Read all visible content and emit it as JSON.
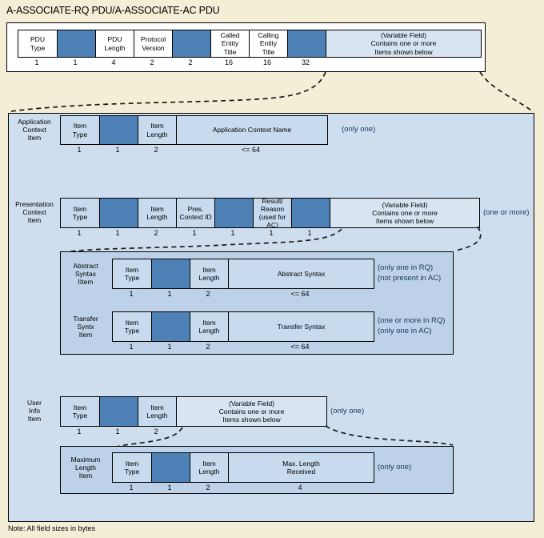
{
  "title": "A-ASSOCIATE-RQ PDU/A-ASSOCIATE-AC PDU",
  "note": "Note: All field sizes in bytes",
  "colors": {
    "page_bg": "#f5eed6",
    "container": "#cfdeef",
    "nested": "#bdd2e8",
    "field": "#c7daee",
    "variable": "#d8e4f2",
    "filler": "#4e81b6",
    "white_field": "#ffffff",
    "annotation": "#17375e"
  },
  "pdu_row": {
    "fields": [
      {
        "label": "PDU\nType",
        "size": "1"
      },
      {
        "label": "",
        "size": "1"
      },
      {
        "label": "PDU\nLength",
        "size": "4"
      },
      {
        "label": "Protocol\nVersion",
        "size": "2"
      },
      {
        "label": "",
        "size": "2"
      },
      {
        "label": "Called\nEntity\nTitle",
        "size": "16"
      },
      {
        "label": "Calling\nEntity\nTitle",
        "size": "16"
      },
      {
        "label": "",
        "size": "32"
      },
      {
        "label": "(Variable Field)\nContains one or more\nItems shown below",
        "size": ""
      }
    ]
  },
  "sections": {
    "application_context": {
      "label": "Application\nContext\nItem",
      "annotation": "(only one)",
      "fields": [
        {
          "label": "Item\nType",
          "size": "1"
        },
        {
          "label": "",
          "size": "1"
        },
        {
          "label": "Item\nLength",
          "size": "2"
        },
        {
          "label": "Application Context Name",
          "size": "<= 64"
        }
      ]
    },
    "presentation_context": {
      "label": "Presentation\nContext\nItem",
      "annotation": "(one or more)",
      "fields": [
        {
          "label": "Item\nType",
          "size": "1"
        },
        {
          "label": "",
          "size": "1"
        },
        {
          "label": "Item\nLength",
          "size": "2"
        },
        {
          "label": "Pres.\nContext ID",
          "size": "1"
        },
        {
          "label": "",
          "size": "1"
        },
        {
          "label": "Result/\nReason\n(used for AC)",
          "size": "1"
        },
        {
          "label": "",
          "size": "1"
        },
        {
          "label": "(Variable Field)\nContains one or more\nItems shown below",
          "size": ""
        }
      ]
    },
    "abstract_syntax": {
      "label": "Abstract\nSyntax\nIItem",
      "annotation": "(only one in RQ)\n(not present in AC)",
      "fields": [
        {
          "label": "Item\nType",
          "size": "1"
        },
        {
          "label": "",
          "size": "1"
        },
        {
          "label": "Item\nLength",
          "size": "2"
        },
        {
          "label": "Abstract Syntax",
          "size": "<= 64"
        }
      ]
    },
    "transfer_syntax": {
      "label": "Transfer\nSyntx\nItem",
      "annotation": "(one or more in RQ)\n(only one in AC)",
      "fields": [
        {
          "label": "Item\nType",
          "size": "1"
        },
        {
          "label": "",
          "size": "1"
        },
        {
          "label": "Item\nLength",
          "size": "2"
        },
        {
          "label": "Transfer Syntax",
          "size": "<= 64"
        }
      ]
    },
    "user_info": {
      "label": "User\nInfo\nItem",
      "annotation": "(only one)",
      "fields": [
        {
          "label": "Item\nType",
          "size": "1"
        },
        {
          "label": "",
          "size": "1"
        },
        {
          "label": "Item\nLength",
          "size": "2"
        },
        {
          "label": "(Variable Field)\nContains one or more\nItems shown below",
          "size": ""
        }
      ]
    },
    "maximum_length": {
      "label": "Maximum\nLength\nItem",
      "annotation": "(only one)",
      "fields": [
        {
          "label": "Item\nType",
          "size": "1"
        },
        {
          "label": "",
          "size": "1"
        },
        {
          "label": "Item\nLength",
          "size": "2"
        },
        {
          "label": "Max. Length\nReceived",
          "size": "4"
        }
      ]
    }
  }
}
